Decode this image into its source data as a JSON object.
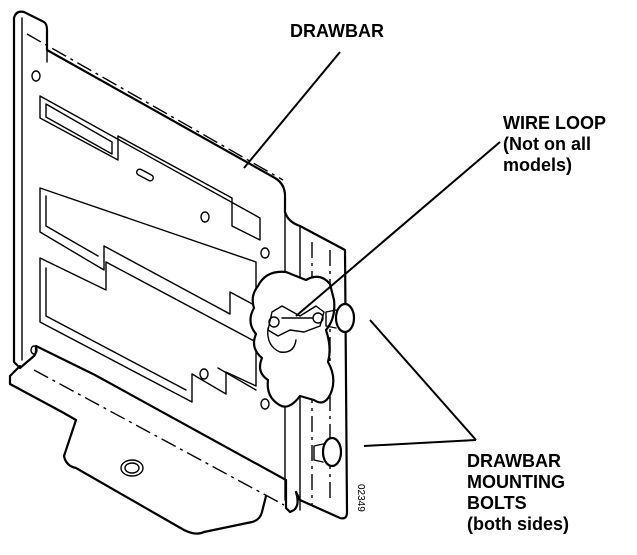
{
  "labels": {
    "drawbar": "DRAWBAR",
    "wire_loop": [
      "WIRE LOOP",
      "(Not on all",
      "models)"
    ],
    "bolts": [
      "DRAWBAR",
      "MOUNTING",
      "BOLTS",
      "(both sides)"
    ]
  },
  "figure_number": "02349"
}
